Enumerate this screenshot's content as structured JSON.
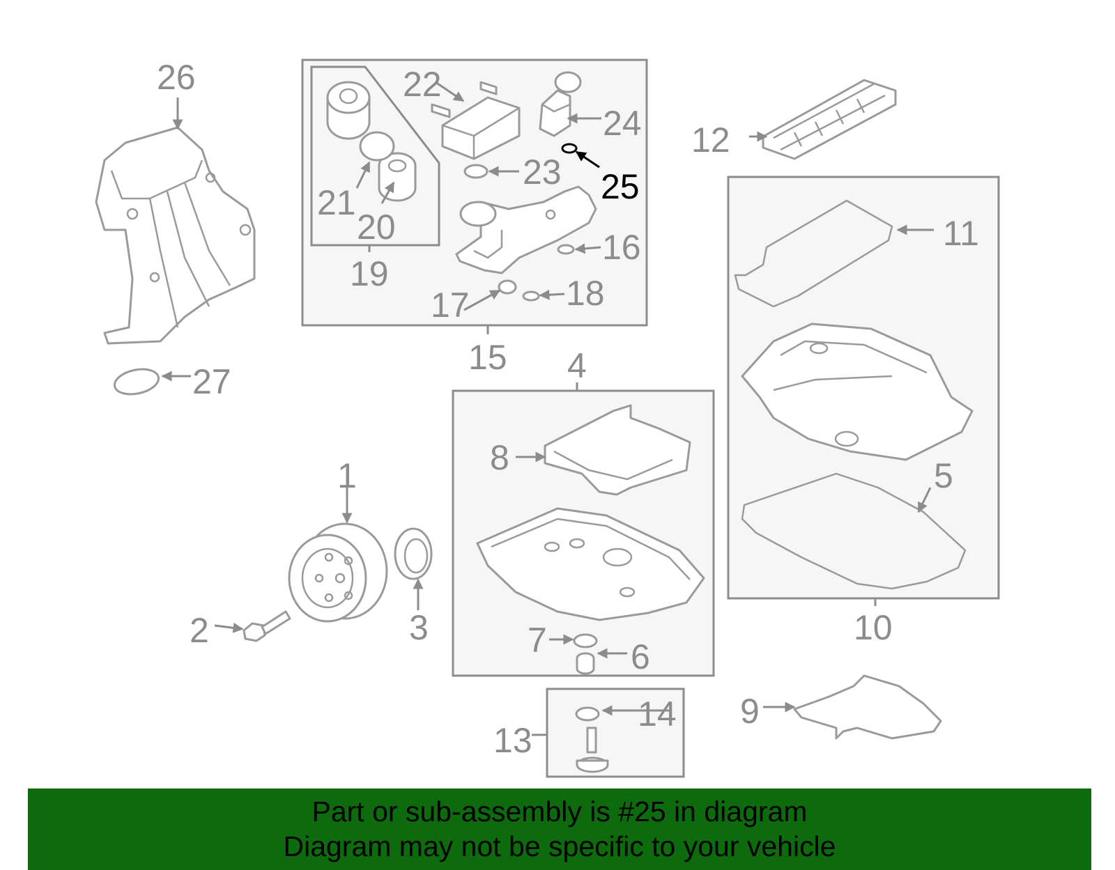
{
  "diagram": {
    "highlight_callout": "25",
    "colors": {
      "line": "#9a9a9a",
      "label": "#8c8c8c",
      "highlight": "#000000",
      "banner": "#0d6b0d"
    },
    "callouts": {
      "c1": "1",
      "c2": "2",
      "c3": "3",
      "c4": "4",
      "c5": "5",
      "c6": "6",
      "c7": "7",
      "c8": "8",
      "c9": "9",
      "c10": "10",
      "c11": "11",
      "c12": "12",
      "c13": "13",
      "c14": "14",
      "c15": "15",
      "c16": "16",
      "c17": "17",
      "c18": "18",
      "c19": "19",
      "c20": "20",
      "c21": "21",
      "c22": "22",
      "c23": "23",
      "c24": "24",
      "c25": "25",
      "c26": "26",
      "c27": "27"
    }
  },
  "banner": {
    "line1": "Part or sub-assembly is #25 in diagram",
    "line2": "Diagram may not be specific to your vehicle"
  }
}
